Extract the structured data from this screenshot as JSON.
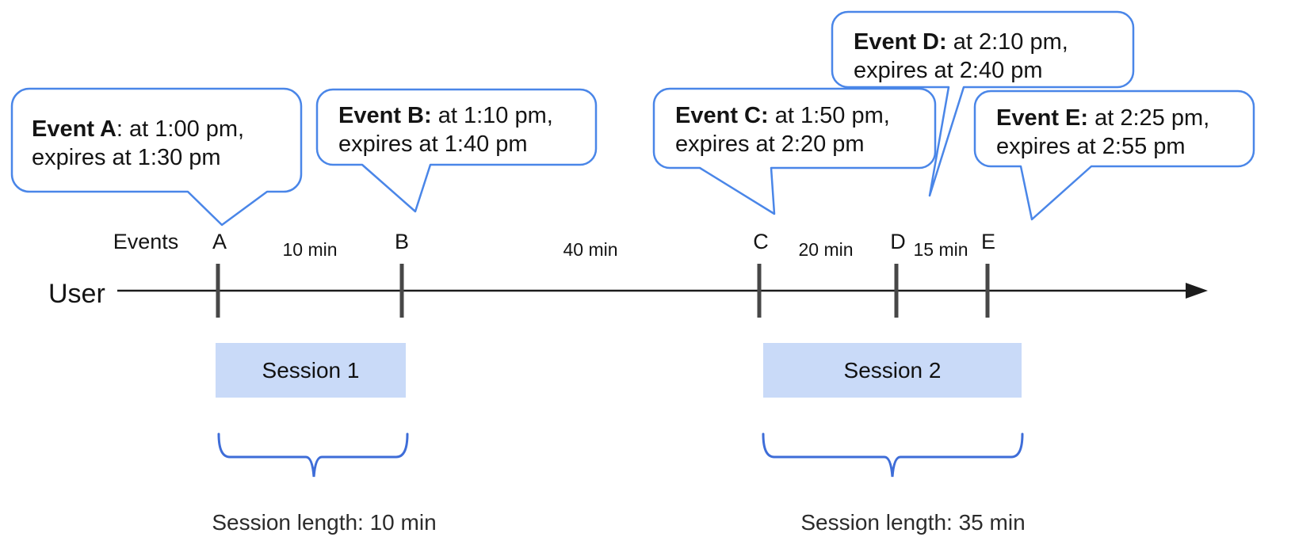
{
  "colors": {
    "bubble_border": "#4a86e8",
    "brace": "#3e6dd8",
    "session_fill": "#c9daf8",
    "tick": "#474747",
    "axis": "#1c1c1c"
  },
  "callouts": [
    {
      "event": "A",
      "bold": "Event A",
      "rest": ": at 1:00 pm,",
      "line2": "expires at 1:30 pm"
    },
    {
      "event": "B",
      "bold": "Event B:",
      "rest": " at 1:10 pm,",
      "line2": "expires at 1:40 pm"
    },
    {
      "event": "C",
      "bold": "Event C:",
      "rest": " at 1:50 pm,",
      "line2": "expires at 2:20 pm"
    },
    {
      "event": "D",
      "bold": "Event D:",
      "rest": " at 2:10 pm,",
      "line2": "expires at 2:40 pm"
    },
    {
      "event": "E",
      "bold": "Event E:",
      "rest": " at 2:25 pm,",
      "line2": "expires at 2:55 pm"
    }
  ],
  "timeline": {
    "user_label": "User",
    "events_label": "Events",
    "event_marks": [
      "A",
      "B",
      "C",
      "D",
      "E"
    ],
    "intervals": [
      "10 min",
      "40 min",
      "20 min",
      "15 min"
    ]
  },
  "sessions": [
    {
      "label": "Session 1",
      "caption": "Session length: 10 min"
    },
    {
      "label": "Session 2",
      "caption": "Session length: 35 min"
    }
  ]
}
